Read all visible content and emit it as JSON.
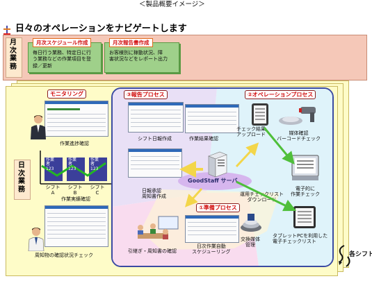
{
  "caption": "＜製品概要イメージ＞",
  "headline": "日々のオペレーションをナビゲートします",
  "monthly": {
    "label": "月次業務",
    "schedule": {
      "title": "月次スケジュール作成",
      "text": [
        "毎日行う業務、特定日に行",
        "う業務などの作業項目を登",
        "録／更新"
      ]
    },
    "report": {
      "title": "月次報告書作成",
      "text": [
        "お客様別に稼動状況、障",
        "害状況などをレポート出力"
      ]
    }
  },
  "daily": {
    "label": "日次業務",
    "monitoring": {
      "title": "モニタリング",
      "progress": "作業進捗確認",
      "results": "作業実績確認",
      "notice": "周知物の確認状況チェック",
      "shifts": [
        "シフトA",
        "シフトB",
        "シフトC"
      ],
      "cell_head": "作業",
      "cell_sub": "者",
      "cell_num": "123"
    },
    "report_process": {
      "title": "③報告プロセス",
      "shift_report": "シフト日報作成",
      "work_results": "作業結果確認",
      "approval": [
        "日報承認",
        "周知書作成"
      ],
      "handover": "引継ぎ・周知書の確認"
    },
    "operation_process": {
      "title": "②オペレーションプロセス",
      "upload": [
        "チェック結果",
        "アップロード"
      ],
      "media": [
        "媒体確認",
        "バーコードチェック"
      ],
      "electronic": [
        "電子的に",
        "作業チェック"
      ],
      "download": [
        "運用チェックリスト",
        "ダウンロード"
      ],
      "tablet": [
        "タブレットPCを利用した",
        "電子チェックリスト"
      ]
    },
    "prep_process": {
      "title": "①準備プロセス",
      "auto": [
        "日次作業自動",
        "スケジューリング"
      ],
      "exchange": [
        "交換媒体",
        "管理"
      ]
    },
    "server": "GoodStaff サーバ",
    "each_shift": "各シフト"
  },
  "colors": {
    "monthly_band": "#f5c8b8",
    "daily_band": "#fefcc8",
    "process_area": "#ffffff",
    "report_zone": "#e9e0f6",
    "operation_zone": "#dff3fa",
    "prep_zone": "#f9dcef",
    "accent_red": "#d21010",
    "green_box": "#9fd08a"
  }
}
